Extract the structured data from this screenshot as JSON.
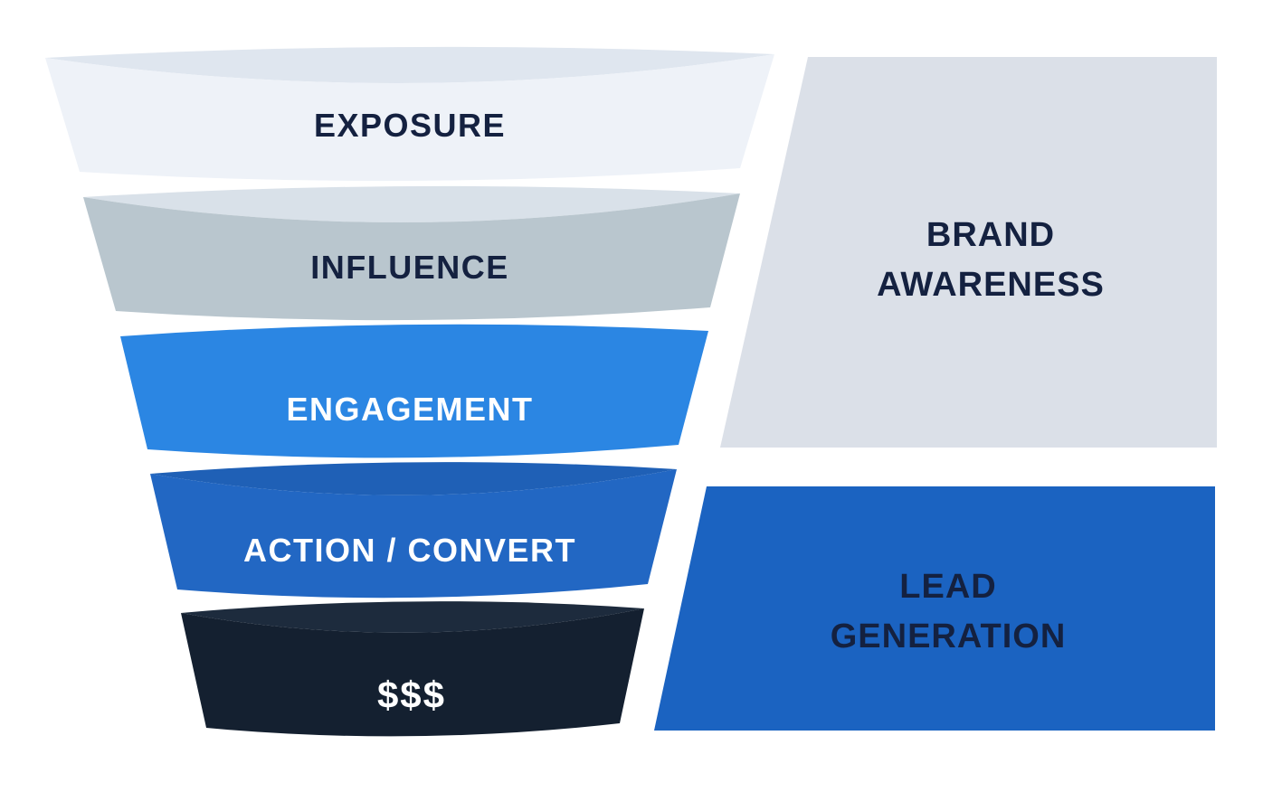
{
  "diagram": {
    "title": "marketing-funnel-diagram",
    "background_color": "#ffffff",
    "funnel": {
      "stages": [
        {
          "label": "EXPOSURE",
          "body_color": "#eef2f8",
          "lip_color": "#dfe6ef",
          "label_color": "#142140"
        },
        {
          "label": "INFLUENCE",
          "body_color": "#b9c6ce",
          "lip_color": "#d9e1e9",
          "label_color": "#142140"
        },
        {
          "label": "ENGAGEMENT",
          "body_color": "#2b86e3",
          "lip_color": "#2b86e3",
          "label_color": "#ffffff"
        },
        {
          "label": "ACTION / CONVERT",
          "body_color": "#2267c3",
          "lip_color": "#1f60b6",
          "label_color": "#ffffff"
        },
        {
          "label": "$$$",
          "body_color": "#142030",
          "lip_color": "#1d2b3d",
          "label_color": "#ffffff"
        }
      ]
    },
    "panels": [
      {
        "lines": [
          "BRAND",
          "AWARENESS"
        ],
        "fill": "#dbe0e8",
        "label_color": "#142140"
      },
      {
        "lines": [
          "LEAD",
          "GENERATION"
        ],
        "fill": "#1b63c1",
        "label_color": "#142140"
      }
    ]
  }
}
